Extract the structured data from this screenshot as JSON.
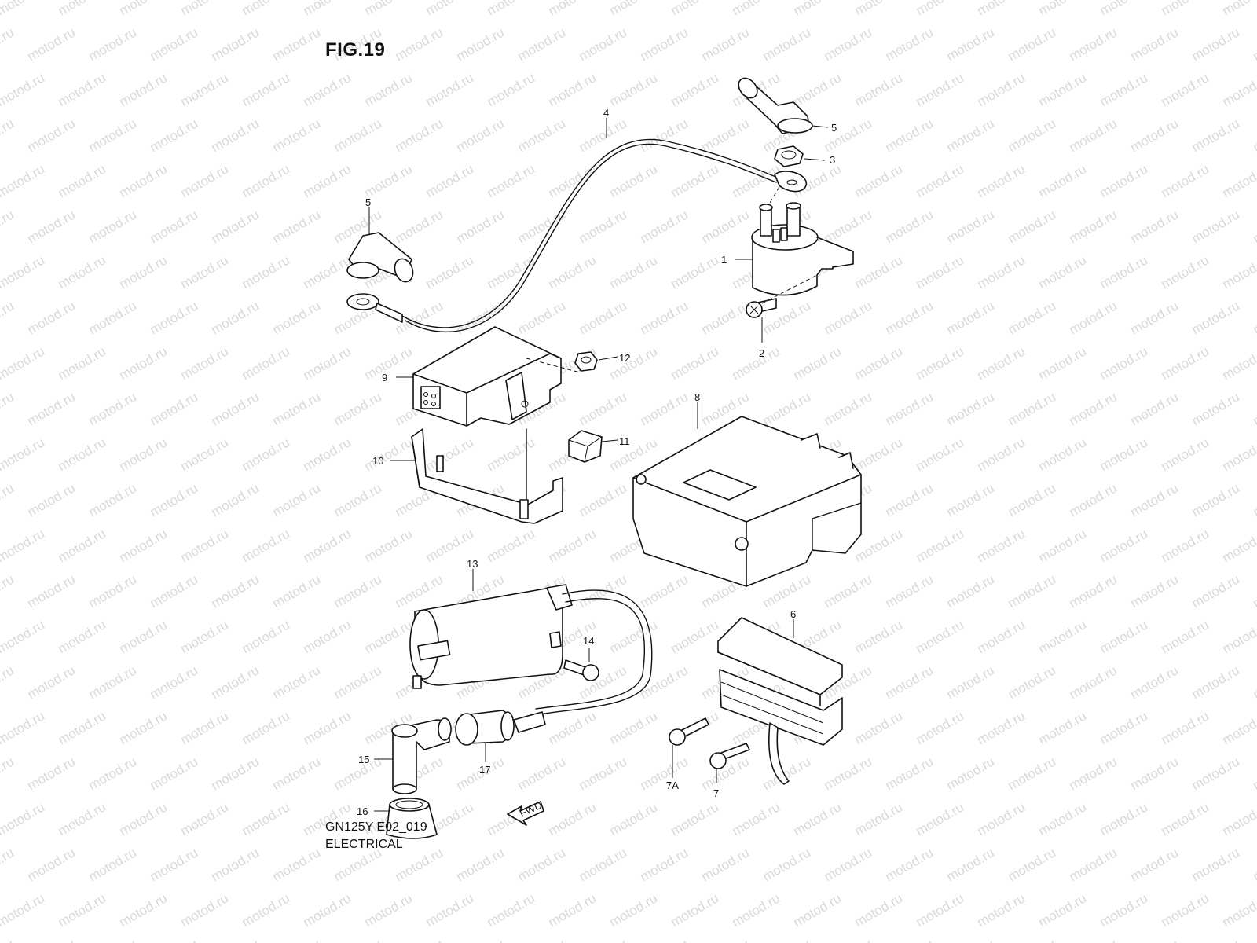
{
  "figure": {
    "title": "FIG.19"
  },
  "footer": {
    "model": "GN125Y E02_019",
    "section": "ELECTRICAL"
  },
  "watermark": {
    "text": "motod.ru"
  },
  "callouts": {
    "c1": "1",
    "c2": "2",
    "c3": "3",
    "c4": "4",
    "c5a": "5",
    "c5b": "5",
    "c6": "6",
    "c7": "7",
    "c7a": "7A",
    "c8": "8",
    "c9": "9",
    "c10": "10",
    "c11": "11",
    "c12": "12",
    "c13": "13",
    "c14": "14",
    "c15": "15",
    "c16": "16",
    "c17": "17"
  },
  "fwd_label": "FWD",
  "colors": {
    "ink": "#111111",
    "watermark": "#d9d9d9",
    "background": "#ffffff"
  }
}
